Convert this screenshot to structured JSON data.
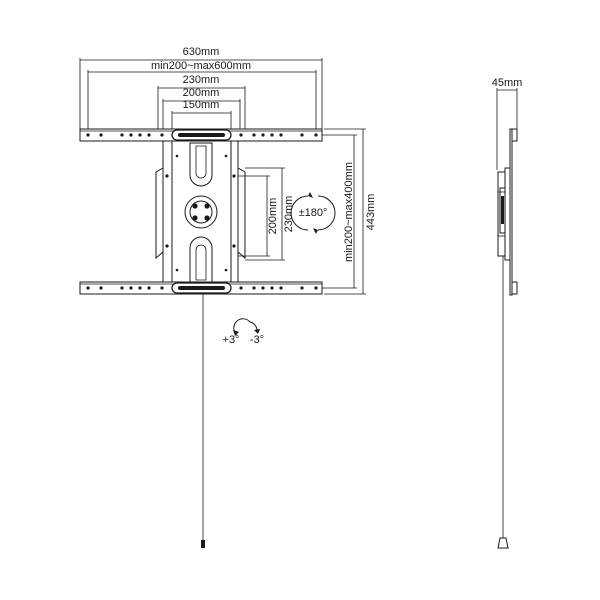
{
  "front_view": {
    "width_overall": "630mm",
    "arm_spacing_range": "min200~max600mm",
    "dim_230_top": "230mm",
    "dim_200_top": "200mm",
    "dim_150_top": "150mm",
    "dim_200_vertical": "200mm",
    "dim_230_vertical": "230mm",
    "rotation": "±180°",
    "rail_spacing_range": "min200~max400mm",
    "height_overall": "443mm",
    "tilt_plus": "+3°",
    "tilt_minus": "-3°"
  },
  "side_view": {
    "depth": "45mm"
  }
}
